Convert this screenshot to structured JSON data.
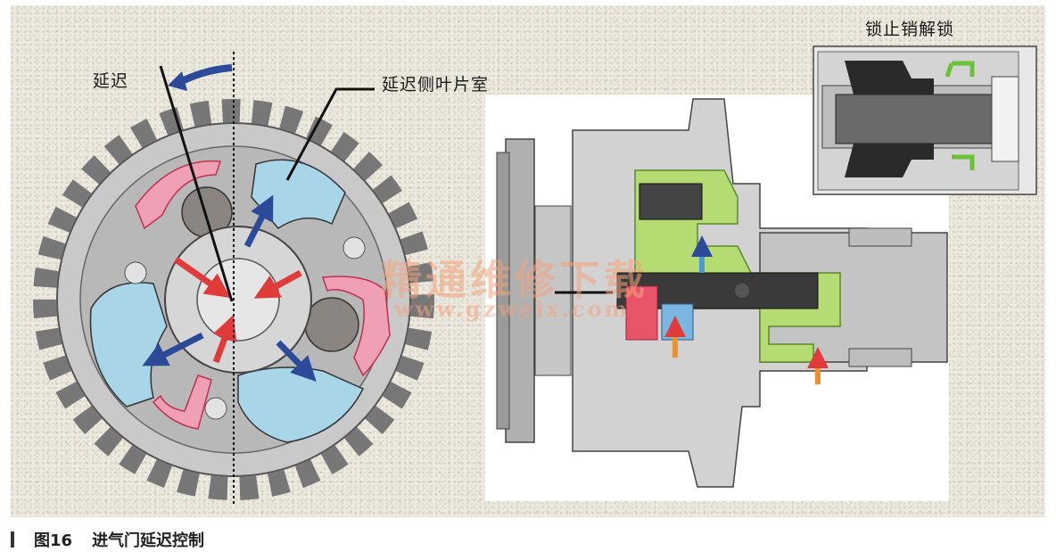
{
  "labels": {
    "retard": "延迟",
    "retard_chamber": "延迟侧叶片室",
    "lock_pin_unlock": "锁止销解锁"
  },
  "watermark": {
    "text": "精通维修下载",
    "url": "www.gzweix.com"
  },
  "caption": {
    "number": "图16",
    "title": "进气门延迟控制"
  },
  "colors": {
    "chamber_blue": "#a8d6e8",
    "oil_red": "#e8556a",
    "oil_pink": "#f0a0b4",
    "arrow_blue": "#2b4a9a",
    "arrow_red": "#e03a3a",
    "oil_green": "#a6d65a",
    "arrow_orange": "#f0902a",
    "arrow_lightblue": "#4a9ad8",
    "metal": "#c8c8c8",
    "watermark": "#f2a27a"
  }
}
